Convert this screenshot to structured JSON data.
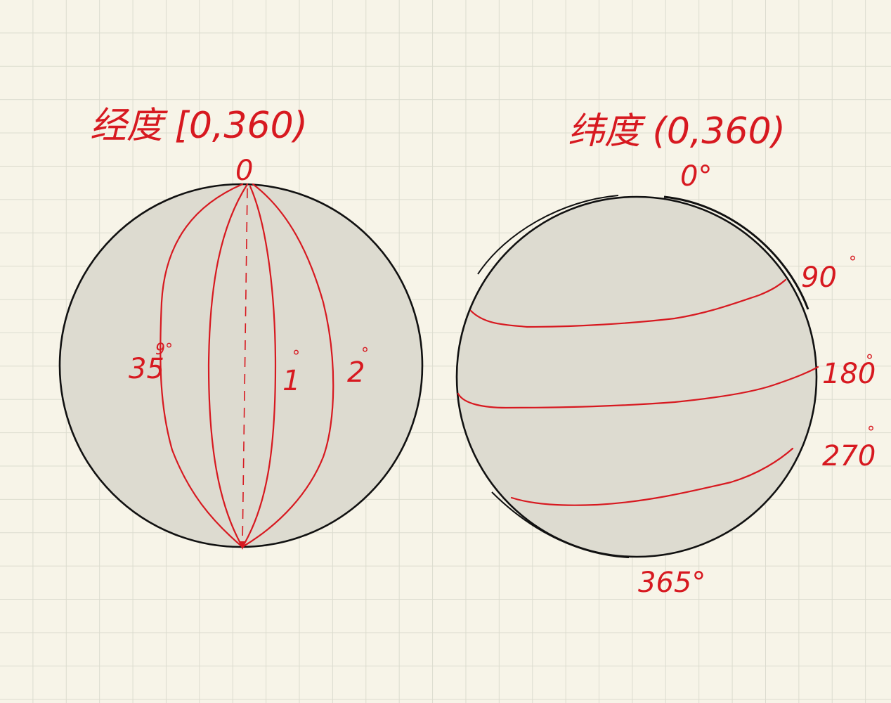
{
  "longitude": {
    "title": "经度 [0,360)",
    "top_label": "0",
    "labels": [
      {
        "num": "35",
        "deg": "9°"
      },
      {
        "num": "1",
        "deg": "°"
      },
      {
        "num": "2",
        "deg": "°"
      }
    ]
  },
  "latitude": {
    "title": "纬度 (0,360)",
    "top_label": "0°",
    "labels": [
      {
        "num": "90",
        "deg": "°"
      },
      {
        "num": "180",
        "deg": "°"
      },
      {
        "num": "270",
        "deg": "°"
      }
    ],
    "bottom_label": "365°"
  },
  "colors": {
    "ink_red": "#d71920",
    "ink_black": "#111111",
    "paper": "#f7f4e8",
    "grid": "#dcdccf",
    "globe_fill": "#dddbd0"
  }
}
